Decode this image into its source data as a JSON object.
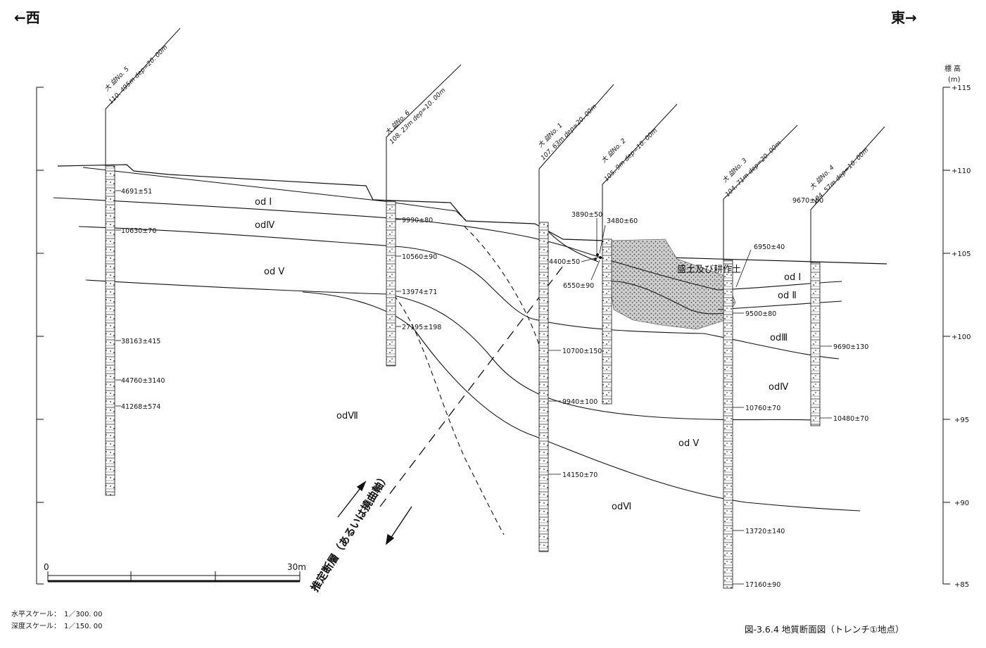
{
  "direction": {
    "west": "←西",
    "east": "東→"
  },
  "axis": {
    "title": "標 高",
    "unit": "(m)",
    "ticks": [
      "+115",
      "+110",
      "+105",
      "+100",
      "+95",
      "+90",
      "+85"
    ]
  },
  "boreholes": [
    {
      "name": "大 益No. 5",
      "info": "110. 495m dep=20. 00m"
    },
    {
      "name": "大 益No. 6",
      "info": "108. 23m dep=10. 00m"
    },
    {
      "name": "大 益No. 1",
      "info": "107. 63m dep=20. 00m"
    },
    {
      "name": "大 益No. 2",
      "info": "105. 9m dep=10. 00m"
    },
    {
      "name": "大 益No. 3",
      "info": "104. 71m dep=20. 00m"
    },
    {
      "name": "大 益No. 4",
      "info": "104. 57m dep=10. 00m"
    }
  ],
  "ages": [
    "4691±51",
    "10630±70",
    "38163±415",
    "44760±3140",
    "41268±574",
    "9990±80",
    "10560±90",
    "13974±71",
    "27195±198",
    "3890±50",
    "3480±60",
    "4400±50",
    "6550±90",
    "10700±150",
    "9940±100",
    "14150±70",
    "6950±40",
    "9500±80",
    "10760±70",
    "13720±140",
    "17160±90",
    "9670±60",
    "9690±130",
    "10480±70"
  ],
  "units": {
    "odI_a": "od Ⅰ",
    "odIV_a": "odⅣ",
    "odV_a": "od Ⅴ",
    "odVII": "odⅦ",
    "fill": "盛土及び耕作土",
    "odI_b": "od Ⅰ",
    "odII": "od Ⅱ",
    "odIII": "odⅢ",
    "odIV_b": "odⅣ",
    "odV_b": "od Ⅴ",
    "odVI": "odⅥ"
  },
  "fault_label": "推定断層（あるいは撓曲軸）",
  "scale_bar": {
    "start": "0",
    "end": "30m"
  },
  "footer": {
    "horizontal": "水平スケール：　1／300. 00",
    "depth": "深度スケール：　1／150. 00",
    "caption": "図-3.6.4 地質断面図（トレンチ①地点）"
  },
  "colors": {
    "ink": "#111111",
    "paper": "#ffffff",
    "fill_soil": "#9a9a9a"
  }
}
